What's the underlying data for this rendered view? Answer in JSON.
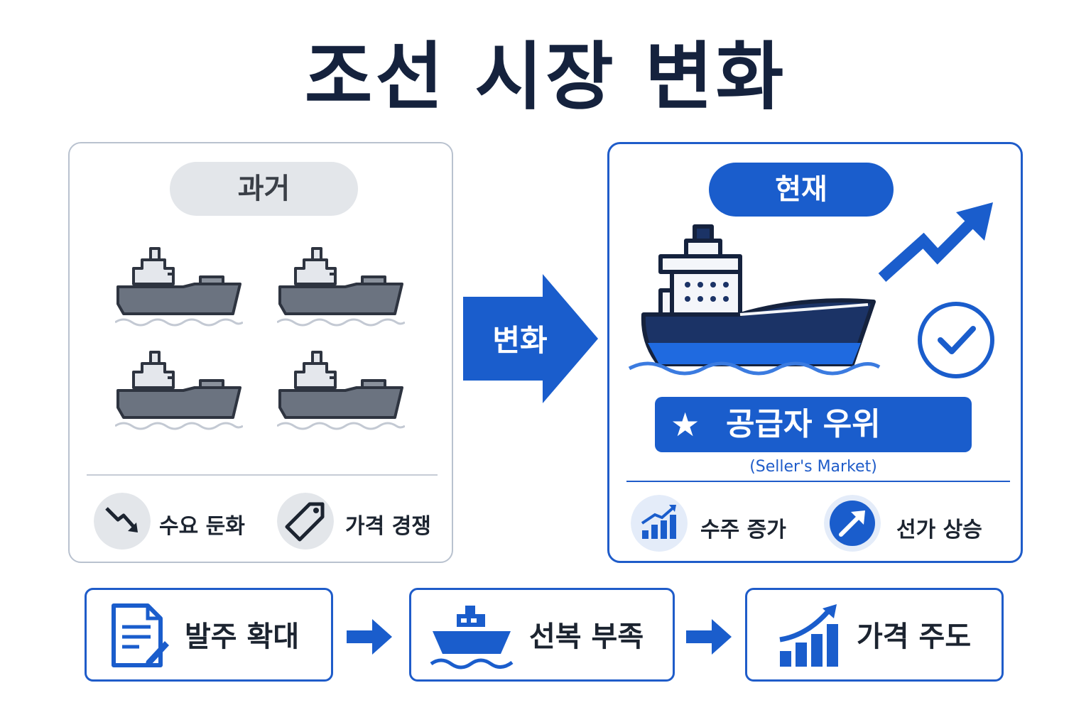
{
  "title": "조선 시장 변화",
  "past": {
    "label": "과거",
    "stats": [
      {
        "label": "수요 둔화",
        "icon": "trend-down-icon"
      },
      {
        "label": "가격 경쟁",
        "icon": "price-tag-icon"
      }
    ]
  },
  "transition": {
    "label": "변화"
  },
  "present": {
    "label": "현재",
    "badge": {
      "icon": "star-icon",
      "glyph": "★",
      "text": "공급자 우위"
    },
    "badge_sub": "(Seller's Market)",
    "stats": [
      {
        "label": "수주 증가",
        "icon": "bar-chart-up-icon"
      },
      {
        "label": "선가 상승",
        "icon": "arrow-up-right-icon"
      }
    ]
  },
  "flow": [
    {
      "label": "발주 확대",
      "icon": "document-edit-icon"
    },
    {
      "label": "선복 부족",
      "icon": "ship-icon"
    },
    {
      "label": "가격 주도",
      "icon": "growth-chart-icon"
    }
  ],
  "colors": {
    "primary": "#1a5dcc",
    "navy": "#1b3366",
    "gray_ship": "#6b7380",
    "title": "#15223d"
  }
}
